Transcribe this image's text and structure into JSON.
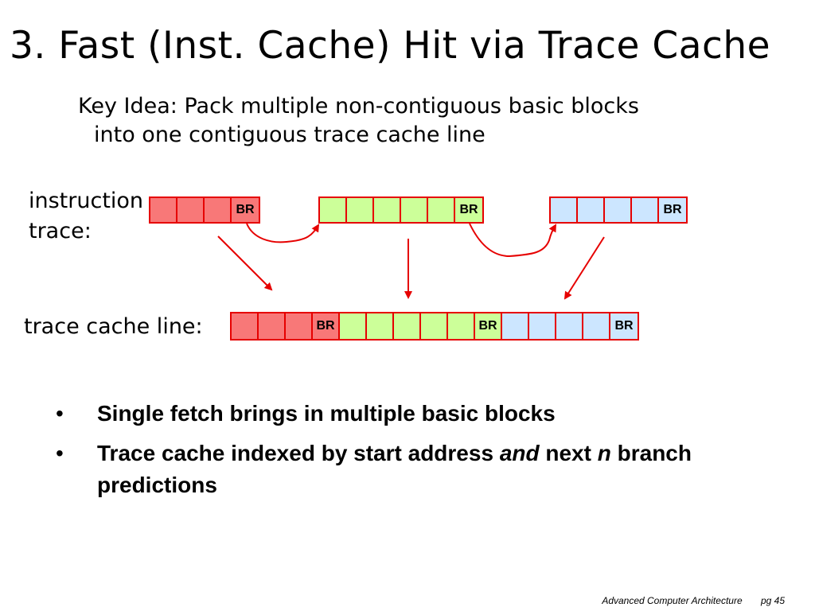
{
  "title": "3. Fast (Inst. Cache) Hit via Trace Cache",
  "key_idea": {
    "line1": "Key Idea: Pack multiple non-contiguous basic blocks",
    "line2": "into one contiguous trace cache line"
  },
  "labels": {
    "instruction_line1": "instruction",
    "instruction_line2": "trace:",
    "trace_cache_line": "trace cache line:"
  },
  "cell_text": {
    "branch": "BR"
  },
  "colors": {
    "pink": "#f87878",
    "green": "#ccff99",
    "blue": "#cce6ff",
    "border": "#e60000"
  },
  "bullets": [
    {
      "marker": "•",
      "text": "Single fetch brings in multiple basic blocks"
    },
    {
      "marker": "•",
      "text_before": "Trace cache indexed by start address ",
      "text_italic": "and",
      "text_mid": " next ",
      "text_italic2": "n",
      "text_after": " branch predictions"
    }
  ],
  "footer": {
    "course": "Advanced Computer Architecture",
    "page": "pg 45"
  }
}
